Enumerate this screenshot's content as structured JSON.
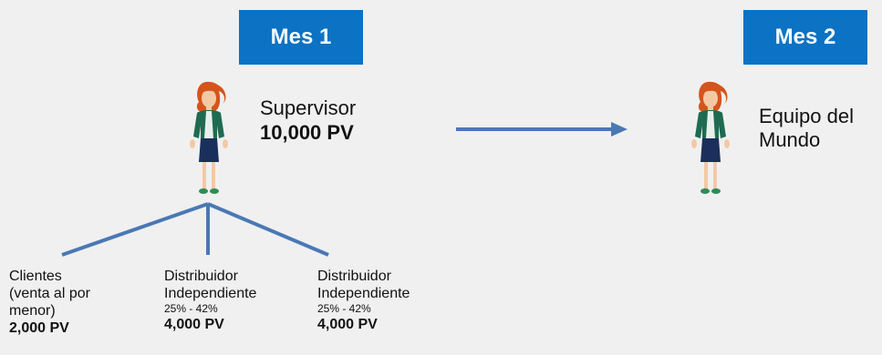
{
  "months": {
    "month1": "Mes 1",
    "month2": "Mes 2"
  },
  "supervisor": {
    "title": "Supervisor",
    "pv": "10,000 PV"
  },
  "team": {
    "label": "Equipo del Mundo"
  },
  "branches": [
    {
      "label_lines": [
        "Clientes",
        "(venta al por",
        "menor)"
      ],
      "percent": "",
      "pv": "2,000 PV"
    },
    {
      "label_lines": [
        "Distribuidor",
        "Independiente"
      ],
      "percent": "25% - 42%",
      "pv": "4,000 PV"
    },
    {
      "label_lines": [
        "Distribuidor",
        "Independiente"
      ],
      "percent": "25% - 42%",
      "pv": "4,000 PV"
    }
  ],
  "colors": {
    "badge": "#0b72c4",
    "connector": "#4a78b5",
    "hair": "#d4541c",
    "jacket": "#1f6b52",
    "skirt": "#1b2f5c",
    "skin": "#f3c9a4",
    "shoes": "#2e8b57",
    "background": "#f0f0f0"
  },
  "icons": {
    "person": "woman-figure-icon",
    "arrow": "right-arrow-icon"
  }
}
